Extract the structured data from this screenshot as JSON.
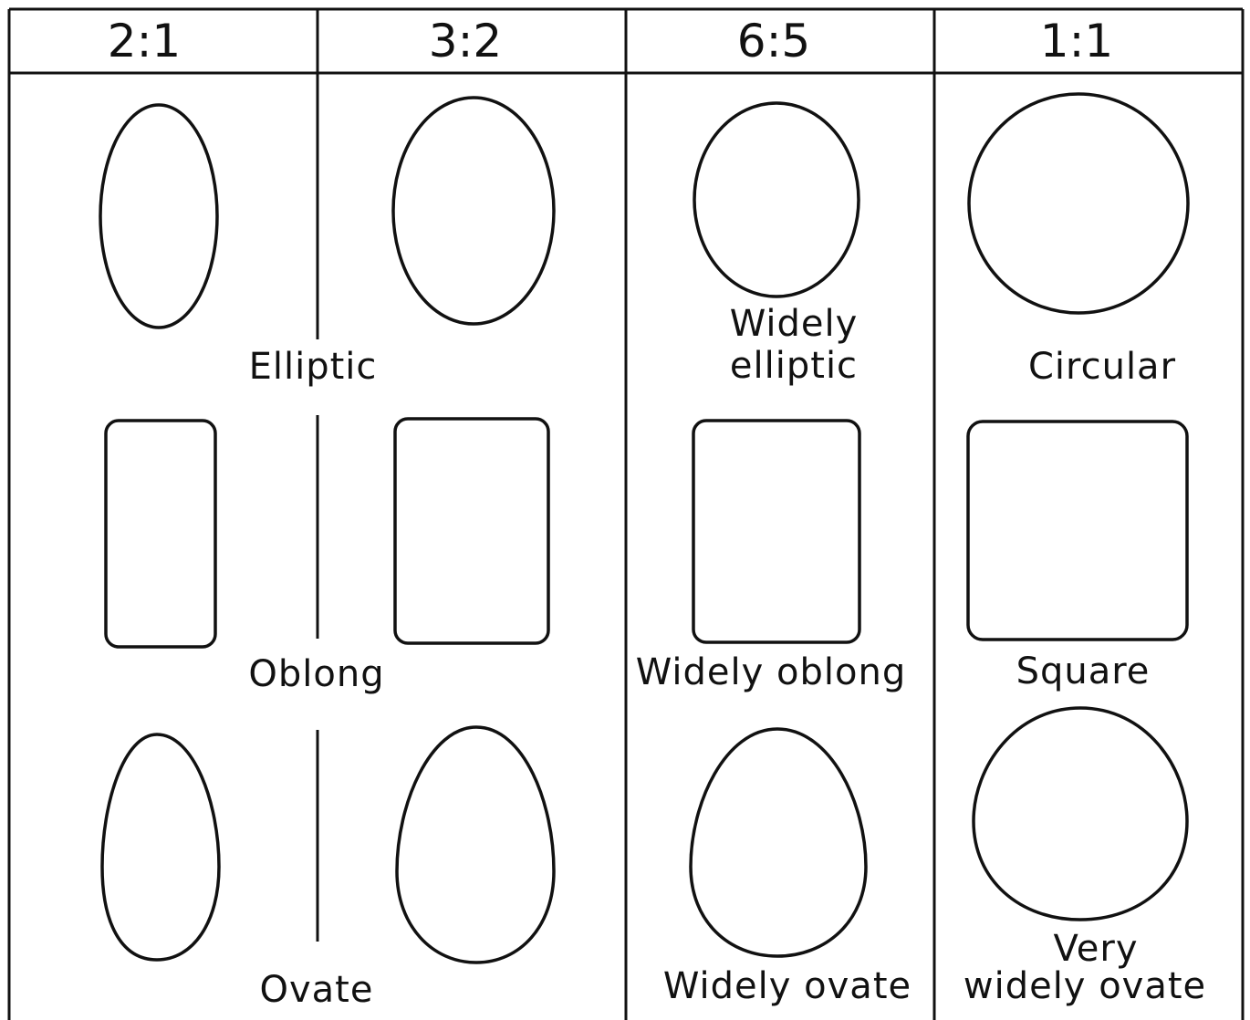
{
  "ratios": [
    "2:1",
    "3:2",
    "6:5",
    "1:1"
  ],
  "rows": [
    {
      "shape": "elliptic",
      "labels": {
        "elliptic": "Elliptic",
        "widely_l1": "Widely",
        "widely_l2": "elliptic",
        "circular": "Circular"
      }
    },
    {
      "shape": "oblong",
      "labels": {
        "oblong": "Oblong",
        "widely_oblong": "Widely oblong",
        "square": "Square"
      }
    },
    {
      "shape": "ovate",
      "labels": {
        "ovate": "Ovate",
        "widely_ovate": "Widely ovate",
        "very_l1": "Very",
        "very_l2": "widely ovate"
      }
    }
  ]
}
